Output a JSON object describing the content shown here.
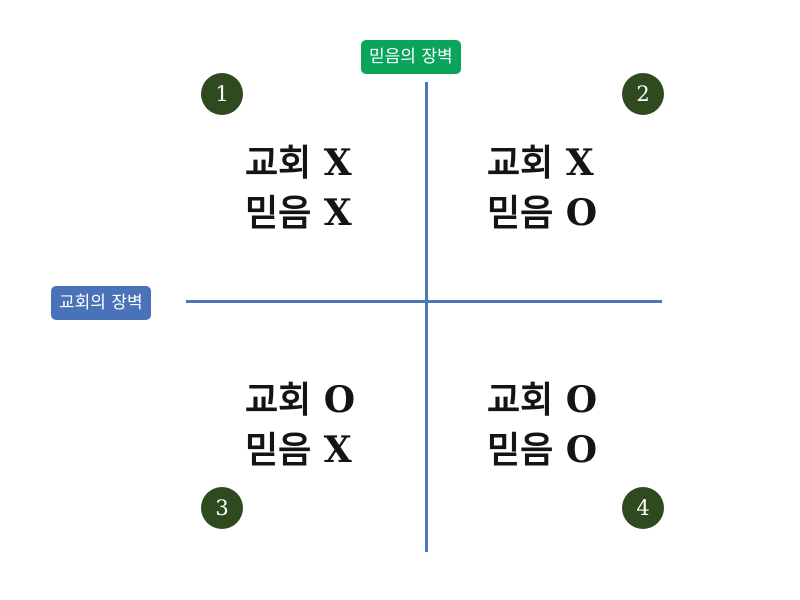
{
  "axes": {
    "vertical_label": "믿음의 장벽",
    "horizontal_label": "교회의 장벽",
    "line_color": "#4a78b8",
    "vertical_tag_color": "#0aa45a",
    "horizontal_tag_color": "#4a72b8"
  },
  "quadrants": [
    {
      "number": "1",
      "line1": "교회 X",
      "line2": "믿음 X"
    },
    {
      "number": "2",
      "line1": "교회 X",
      "line2": "믿음 O"
    },
    {
      "number": "3",
      "line1": "교회 O",
      "line2": "믿음 X"
    },
    {
      "number": "4",
      "line1": "교회 O",
      "line2": "믿음 O"
    }
  ],
  "badge_color": "#2f4a1f"
}
